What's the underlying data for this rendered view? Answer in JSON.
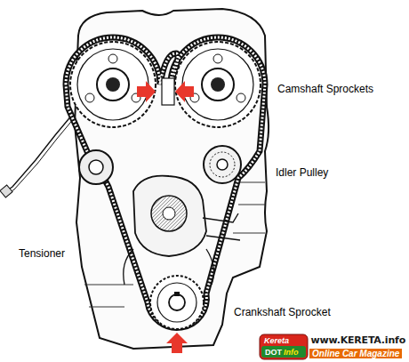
{
  "diagram": {
    "labels": [
      "Camshaft Sprockets",
      "Idler Pulley",
      "Tensioner",
      "Crankshaft Sprocket",
      "Kereta",
      "DOT",
      "Info",
      "www.KERETA.info",
      "Online Car Magazine"
    ]
  }
}
